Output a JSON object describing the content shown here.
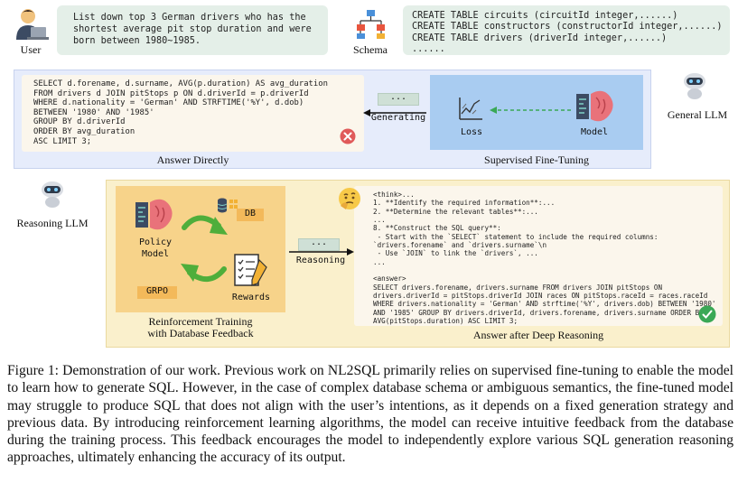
{
  "top": {
    "user_label": "User",
    "question": "List down top 3 German drivers who has the\nshortest average pit stop duration and were\nborn between 1980~1985.",
    "schema_label": "Schema",
    "schema_code": "CREATE TABLE circuits (circuitId integer,......)\nCREATE TABLE constructors (constructorId integer,......)\nCREATE TABLE drivers (driverId integer,......)\n......"
  },
  "sft": {
    "sql": "SELECT d.forename, d.surname, AVG(p.duration) AS avg_duration\nFROM drivers d JOIN pitStops p ON d.driverId = p.driverId\nWHERE d.nationality = 'German' AND STRFTIME('%Y', d.dob)\nBETWEEN '1980' AND '1985'\nGROUP BY d.driverId\nORDER BY avg_duration\nASC LIMIT 3;",
    "answer_directly": "Answer Directly",
    "dots": "...",
    "generating": "Generating",
    "loss": "Loss",
    "model": "Model",
    "panel_label": "Supervised Fine-Tuning",
    "general_llm": "General LLM"
  },
  "rl": {
    "reasoning_llm": "Reasoning LLM",
    "policy_model": "Policy\nModel",
    "db": "DB",
    "grpo": "GRPO",
    "rewards": "Rewards",
    "panel_label": "Reinforcement Training\nwith Database Feedback",
    "dots": "...",
    "reasoning": "Reasoning",
    "think_text": "<think>...\n1. **Identify the required information**:...\n2. **Determine the relevant tables**:...\n...\n8. **Construct the SQL query**:\n - Start with the `SELECT` statement to include the required columns:\n`drivers.forename` and `drivers.surname`\\n\n - Use `JOIN` to link the `drivers`, ...\n...\n\n<answer>\nSELECT drivers.forename, drivers.surname FROM drivers JOIN pitStops ON\ndrivers.driverId = pitStops.driverId JOIN races ON pitStops.raceId = races.raceId\nWHERE drivers.nationality = 'German' AND strftime('%Y', drivers.dob) BETWEEN '1980'\nAND '1985' GROUP BY drivers.driverId, drivers.forename, drivers.surname ORDER BY\nAVG(pitStops.duration) ASC LIMIT 3;",
    "answer_deep": "Answer after Deep Reasoning"
  },
  "caption": "Figure 1: Demonstration of our work. Previous work on NL2SQL primarily relies on supervised fine-tuning to enable the model to learn how to generate SQL. However, in the case of complex database schema or ambiguous semantics, the fine-tuned model may struggle to produce SQL that does not align with the user’s intentions, as it depends on a fixed generation strategy and previous data. By introducing reinforcement learning algorithms, the model can receive intuitive feedback from the database during the training process. This feedback encourages the model to independently explore various SQL generation reasoning approaches, ultimately enhancing the accuracy of its output.",
  "colors": {
    "sft_panel": "#e6ecfb",
    "sft_inner": "#a9ccf1",
    "rl_panel": "#faf0cc",
    "rl_inner": "#f7d38a",
    "bubble": "#e4efe8",
    "code_bg": "#fbf6ec",
    "check": "#3aa856",
    "cross": "#e05a5a"
  }
}
